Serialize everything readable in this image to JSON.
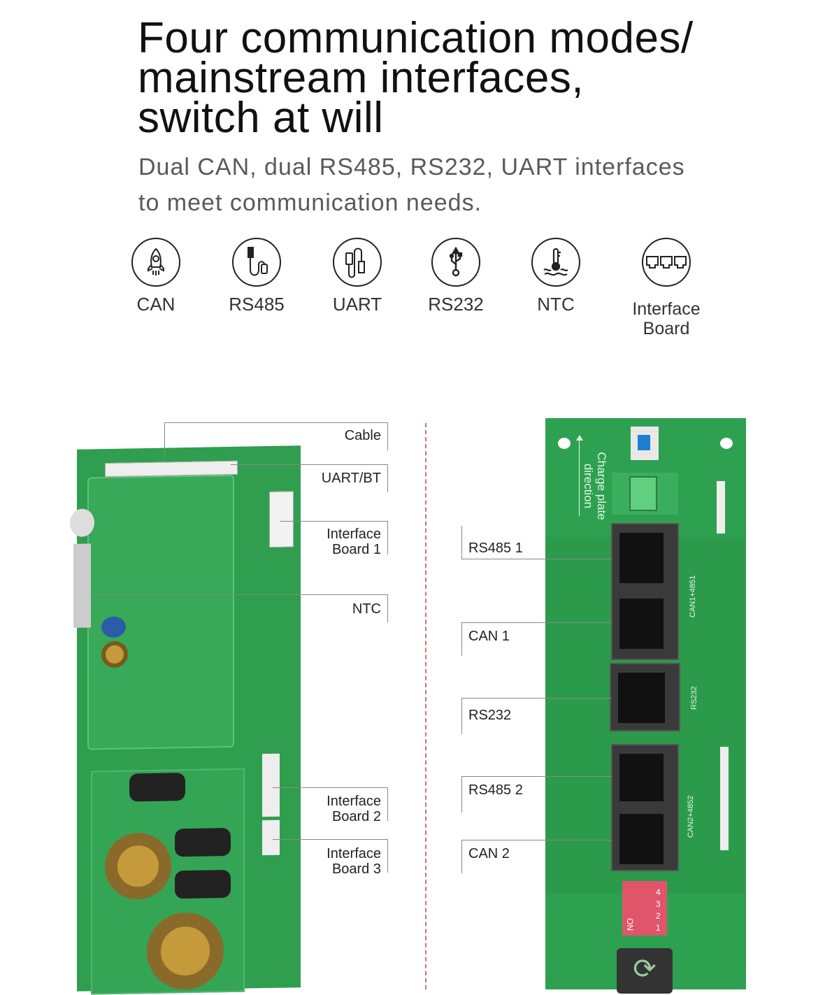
{
  "header": {
    "title_lines": [
      "Four communication modes/",
      "mainstream interfaces,",
      "switch at will"
    ],
    "subtitle_lines": [
      "Dual CAN, dual RS485, RS232, UART interfaces",
      "to meet communication needs."
    ]
  },
  "features": [
    {
      "icon": "rocket-icon",
      "label": "CAN"
    },
    {
      "icon": "cable-icon",
      "label": "RS485"
    },
    {
      "icon": "usb-cable-icon",
      "label": "UART"
    },
    {
      "icon": "usb-icon",
      "label": "RS232"
    },
    {
      "icon": "thermometer-icon",
      "label": "NTC"
    },
    {
      "icon": "ethernet-ports-icon",
      "label_lines": [
        "Interface",
        "Board"
      ]
    }
  ],
  "left_callouts": {
    "cable": "Cable",
    "uart_bt": "UART/BT",
    "interface_board_1": [
      "Interface",
      "Board 1"
    ],
    "ntc": "NTC",
    "interface_board_2": [
      "Interface",
      "Board 2"
    ],
    "interface_board_3": [
      "Interface",
      "Board 3"
    ]
  },
  "right_callouts": [
    "RS485 1",
    "CAN 1",
    "RS232",
    "RS485 2",
    "CAN 2"
  ],
  "board_silkscreen": {
    "charge_direction": [
      "Charge plate",
      "direction"
    ],
    "port_group_1": "CAN1+4851",
    "port_group_2": "RS232",
    "port_group_3": "CAN2+4852",
    "dip_on": "ON",
    "dip_numbers": [
      "1",
      "2",
      "3",
      "4"
    ]
  },
  "colors": {
    "pcb": "#2ea150",
    "divider": "#c0392b"
  }
}
